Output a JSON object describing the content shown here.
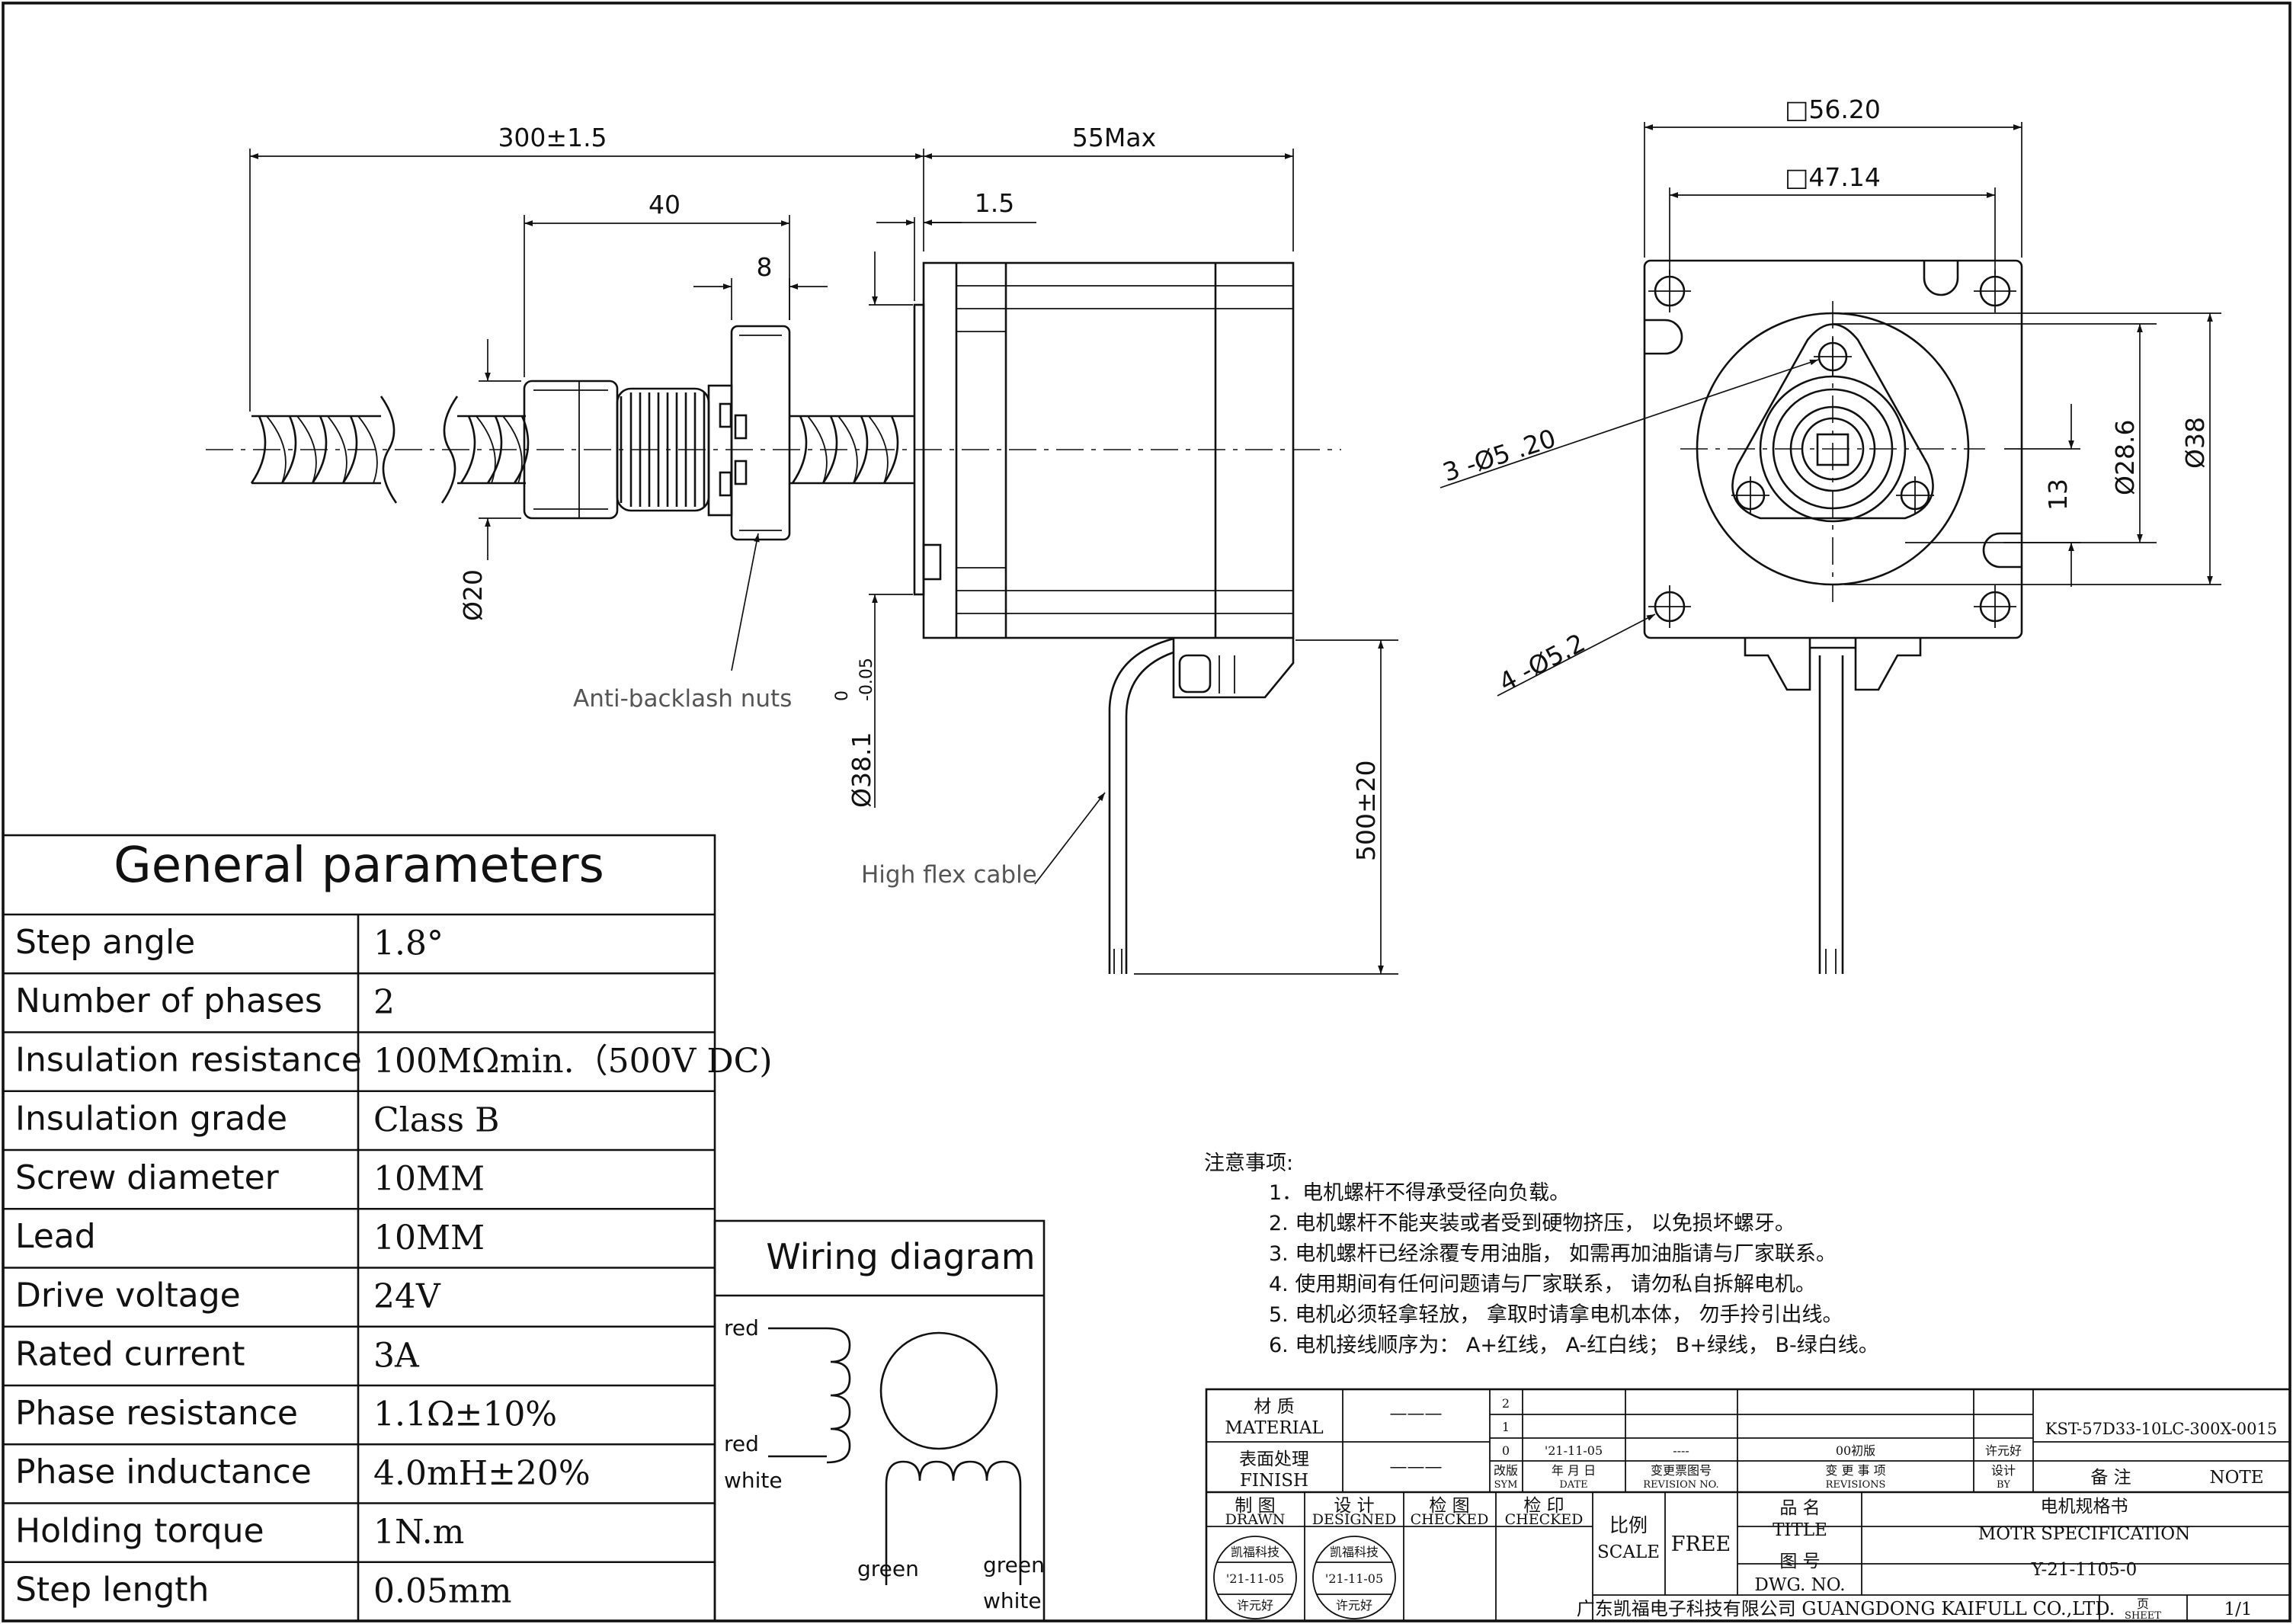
{
  "dimensions": {
    "screw_length": "300±1.5",
    "body_length": "55Max",
    "nut_length": "40",
    "flange_width": "8",
    "boss_height": "1.5",
    "flange_outer": "□56.20",
    "hole_spacing": "□47.14",
    "boss_diameter": "Ø38.1",
    "boss_tol_upper": "0",
    "boss_tol_lower": "-0.05",
    "nut_diameter": "Ø20",
    "nut_holes": "3 -Ø5 .20",
    "mount_holes": "4 -Ø5.2",
    "bolt_circle": "Ø28.6",
    "pilot_diameter": "Ø38",
    "offset": "13",
    "cable_length": "500±20"
  },
  "labels": {
    "anti_backlash": "Anti-backlash nuts",
    "high_flex": "High flex cable"
  },
  "params": {
    "title": "General parameters",
    "rows": [
      {
        "name": "Step angle",
        "value": "1.8°"
      },
      {
        "name": "Number of phases",
        "value": "2"
      },
      {
        "name": "Insulation resistance",
        "value": "100MΩmin.（500V DC)"
      },
      {
        "name": "Insulation grade",
        "value": "Class B"
      },
      {
        "name": "Screw diameter",
        "value": "10MM"
      },
      {
        "name": "Lead",
        "value": "10MM"
      },
      {
        "name": "Drive voltage",
        "value": "24V"
      },
      {
        "name": "Rated current",
        "value": "3A"
      },
      {
        "name": "Phase resistance",
        "value": "1.1Ω±10%"
      },
      {
        "name": "Phase inductance",
        "value": "4.0mH±20%"
      },
      {
        "name": "Holding torque",
        "value": "1N.m"
      },
      {
        "name": "Step length",
        "value": "0.05mm"
      }
    ]
  },
  "wiring": {
    "title": "Wiring diagram",
    "red": "red",
    "red_white_1": "red",
    "red_white_2": "white",
    "green": "green",
    "green_white_1": "green",
    "green_white_2": "white"
  },
  "notes": {
    "heading": "注意事项:",
    "items": [
      "1．电机螺杆不得承受径向负载。",
      "2. 电机螺杆不能夹装或者受到硬物挤压， 以免损坏螺牙。",
      "3. 电机螺杆已经涂覆专用油脂， 如需再加油脂请与厂家联系。",
      "4. 使用期间有任何问题请与厂家联系， 请勿私自拆解电机。",
      "5. 电机必须轻拿轻放， 拿取时请拿电机本体， 勿手拎引出线。",
      "6. 电机接线顺序为： A+红线， A-红白线； B+绿线， B-绿白线。"
    ]
  },
  "title_block": {
    "material_cn": "材 质",
    "material_en": "MATERIAL",
    "finish_cn": "表面处理",
    "finish_en": "FINISH",
    "material_value": "———",
    "finish_value": "———",
    "rev2": "2",
    "rev1": "1",
    "rev0": "0",
    "rev0_date": "'21-11-05",
    "rev0_dash": "----",
    "rev0_desc": "00初版",
    "rev0_by": "许元好",
    "sym_cn": "改版",
    "sym_en": "SYM",
    "date_cn": "年 月 日",
    "date_en": "DATE",
    "revno_cn": "变更票图号",
    "revno_en": "REVISION NO.",
    "revs_cn": "变 更 事 项",
    "revs_en": "REVISIONS",
    "by_cn": "设计",
    "by_en": "BY",
    "part_no": "KST-57D33-10LC-300X-0015",
    "note_cn": "备 注",
    "note_en": "NOTE",
    "drawn_cn": "制 图",
    "drawn_en": "DRAWN",
    "designed_cn": "设 计",
    "designed_en": "DESIGNED",
    "checked1_cn": "检 图",
    "checked1_en": "CHECKED",
    "checked2_cn": "检 印",
    "checked2_en": "CHECKED",
    "scale_cn": "比例",
    "scale_en": "SCALE",
    "scale_value": "FREE",
    "title_cn": "品 名",
    "title_en": "TITLE",
    "title_value_cn": "电机规格书",
    "title_value_en": "MOTR SPECIFICATION",
    "dwg_cn": "图 号",
    "dwg_en": "DWG. NO.",
    "dwg_value": "Y-21-1105-0",
    "stamp_company": "凯福科技",
    "stamp_date": "'21-11-05",
    "stamp_name": "许元好",
    "company": "广东凯福电子科技有限公司 GUANGDONG KAIFULL CO.,LTD.",
    "sheet_cn": "页",
    "sheet_en": "SHEET",
    "sheet_value": "1/1"
  }
}
